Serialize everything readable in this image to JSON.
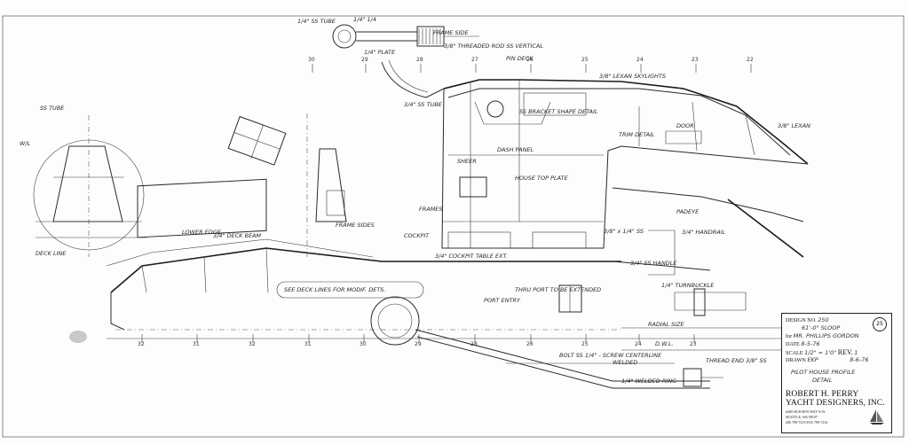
{
  "notes": {
    "top_left_a": "1/4\" SS TUBE",
    "top_left_b": "1/4\" 1/4",
    "frame_side": "FRAME SIDE",
    "threaded_rod": "3/8\" THREADED ROD SS VERTICAL",
    "plate": "1/4\" PLATE",
    "rail_note": "3/4\" SS TUBE",
    "pin": "PIN DECK",
    "lexan": "3/8\" LEXAN SKYLIGHTS",
    "house": "HOUSE TOP PLATE",
    "bracket": "SS BRACKET SHAPE DETAIL",
    "dash": "DASH PANEL",
    "lexan_r": "3/8\" LEXAN",
    "sheer": "SHEER",
    "trim": "TRIM DETAIL",
    "door": "DOOR",
    "frames": "FRAMES",
    "padeye": "PADEYE",
    "cockpit": "COCKPIT",
    "deck_beam": "3/4\" DECK BEAM",
    "handrail": "3/4\" HANDRAIL",
    "cockpit_table": "3/4\" COCKPIT TABLE EXT.",
    "see_deck": "SEE DECK LINES FOR MODIF. DETS.",
    "frame_sides": "FRAME SIDES",
    "lower_edge": "LOWER EDGE",
    "deck_line": "DECK LINE",
    "thru_port": "THRU PORT TO BE EXTENDED",
    "radial": "RADIAL SIZE",
    "dwl": "D.W.L.",
    "bolt_note": "BOLT SS 1/4\" - SCREW CENTERLINE",
    "welded": "WELDED",
    "thread_note": "THREAD END 3/8\" SS",
    "welded_ring": "1/4\" WELDED RING",
    "turnbuckle": "1/4\" TURNBUCKLE",
    "handle": "3/4\" SS HANDLE",
    "trim_tab": "3/8\" x 1/4\" SS",
    "port": "PORT ENTRY",
    "detail_left": "SS TUBE",
    "w_marker": "W/L"
  },
  "stations": [
    "30",
    "29",
    "28",
    "27",
    "26",
    "25",
    "24",
    "23",
    "22",
    "32",
    "31",
    "32",
    "31",
    "30",
    "29",
    "28",
    "26",
    "25",
    "24",
    "23"
  ],
  "title_block": {
    "design_no_label": "DESIGN NO.",
    "design_no": "250",
    "boat": "61'-0\" SLOOP",
    "for_label": "for",
    "for_value": "MR. PHILLIPS GORDON",
    "date_label": "DATE",
    "date_value": "8-5-76",
    "scale_label": "SCALE",
    "scale_value": "1/2\" = 1'0\"",
    "rev_label": "REV.",
    "rev_value": "1",
    "rev_date": "8-6-76",
    "drawn_label": "DRAWN",
    "drawn_value": "EKP",
    "title_line1": "PILOT HOUSE PROFILE",
    "title_line2": "DETAIL",
    "sheet_no": "25",
    "firm_line1": "ROBERT H. PERRY",
    "firm_line2": "YACHT DESIGNERS, INC.",
    "address1": "6400 SEAVIEW WAY N.W.",
    "address2": "SEATTLE, WA 98107",
    "address3": "206 789-7213  FAX 789-7216"
  }
}
